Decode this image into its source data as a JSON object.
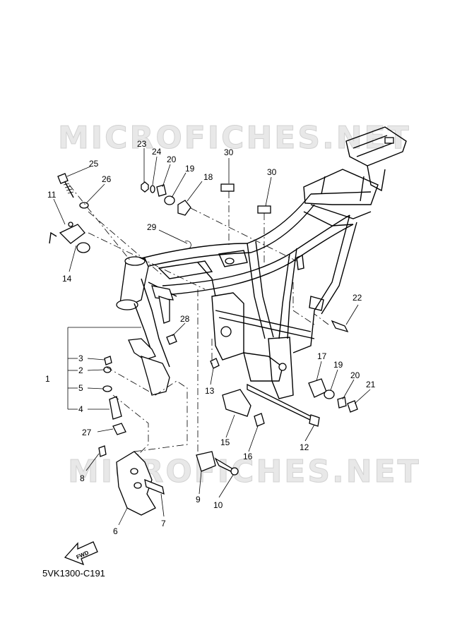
{
  "watermark": {
    "top": "MICROFICHES.NET",
    "bottom": "MICROFICHES.NET"
  },
  "diagram_code": "5VK1300-C191",
  "fwd_label": "FWD",
  "callouts": {
    "c1": "1",
    "c2": "2",
    "c3": "3",
    "c4": "4",
    "c5": "5",
    "c6": "6",
    "c7": "7",
    "c8": "8",
    "c9": "9",
    "c10": "10",
    "c11": "11",
    "c12": "12",
    "c13": "13",
    "c14": "14",
    "c15": "15",
    "c16": "16",
    "c17": "17",
    "c18": "18",
    "c19a": "19",
    "c19b": "19",
    "c20a": "20",
    "c20b": "20",
    "c21": "21",
    "c22": "22",
    "c23": "23",
    "c24": "24",
    "c25": "25",
    "c26": "26",
    "c27": "27",
    "c28": "28",
    "c29": "29",
    "c30a": "30",
    "c30b": "30"
  }
}
